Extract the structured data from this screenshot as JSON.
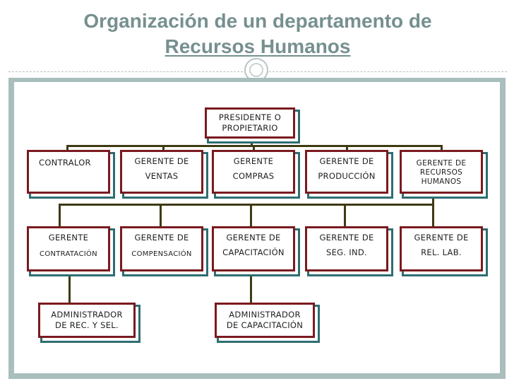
{
  "title": {
    "line1": "Organización  de un departamento de",
    "line2": "Recursos Humanos"
  },
  "org_chart": {
    "president": {
      "line1": "PRESIDENTE O",
      "line2": "PROPIETARIO"
    },
    "level1": [
      {
        "line1": "CONTRALOR",
        "line2": ""
      },
      {
        "line1": "GERENTE DE",
        "line2": "VENTAS"
      },
      {
        "line1": "GERENTE",
        "line2": "COMPRAS"
      },
      {
        "line1": "GERENTE DE",
        "line2": "PRODUCCIÓN"
      },
      {
        "line1": "GERENTE DE",
        "line2": "RECURSOS",
        "line3": "HUMANOS"
      }
    ],
    "level2": [
      {
        "line1": "GERENTE",
        "line2": "CONTRATACIÓN"
      },
      {
        "line1": "GERENTE DE",
        "line2": "COMPENSACIÓN"
      },
      {
        "line1": "GERENTE DE",
        "line2": "CAPACITACIÓN"
      },
      {
        "line1": "GERENTE DE",
        "line2": "SEG. IND."
      },
      {
        "line1": "GERENTE DE",
        "line2": "REL. LAB."
      }
    ],
    "level3": [
      {
        "line1": "ADMINISTRADOR",
        "line2": "DE REC. Y SEL."
      },
      {
        "line1": "ADMINISTRADOR",
        "line2": "DE CAPACITACIÓN"
      }
    ]
  },
  "colors": {
    "title": "#76908f",
    "frame": "#a9bebd",
    "box_border": "#7a1a1f",
    "box_shadow": "#2e6d72",
    "connector": "#3e3a14"
  }
}
